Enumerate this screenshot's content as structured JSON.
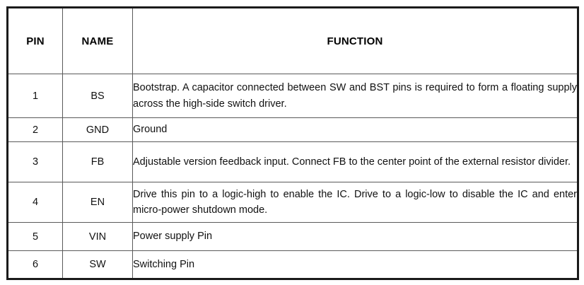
{
  "table": {
    "name": "pin-description-table",
    "columns": [
      {
        "key": "pin",
        "label": "PIN"
      },
      {
        "key": "name",
        "label": "NAME"
      },
      {
        "key": "func",
        "label": "FUNCTION"
      }
    ],
    "rows": [
      {
        "pin": "1",
        "name": "BS",
        "func": "Bootstrap. A capacitor connected between SW and BST pins is required to form a floating supply across the high-side switch driver."
      },
      {
        "pin": "2",
        "name": "GND",
        "func": "Ground"
      },
      {
        "pin": "3",
        "name": "FB",
        "func": "Adjustable version feedback input. Connect FB to the center point of the external resistor divider."
      },
      {
        "pin": "4",
        "name": "EN",
        "func": "Drive this pin to a logic-high to enable the IC. Drive to a logic-low to disable the IC and enter micro-power shutdown mode."
      },
      {
        "pin": "5",
        "name": "VIN",
        "func": "Power supply Pin"
      },
      {
        "pin": "6",
        "name": "SW",
        "func": "Switching Pin"
      }
    ]
  },
  "colors": {
    "page_background": "#ffffff",
    "outer_border": "#1a1a1a",
    "grid_line": "#5a5a5a",
    "text": "#111111",
    "header_text": "#000000"
  }
}
